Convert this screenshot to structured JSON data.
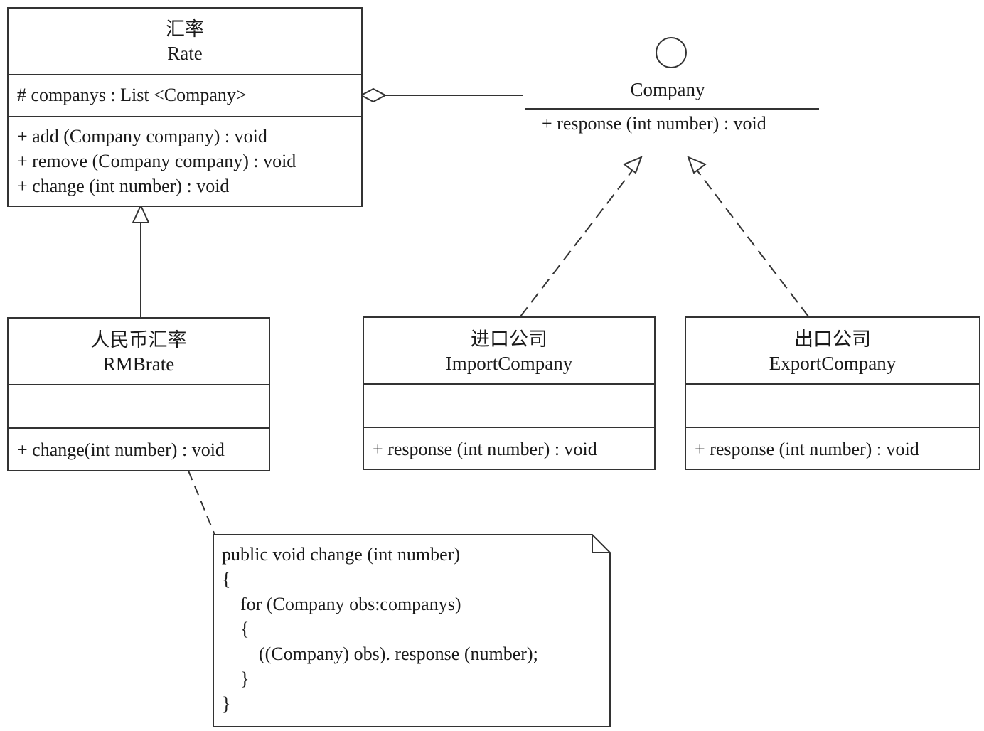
{
  "classes": {
    "rate": {
      "cn": "汇率",
      "en": "Rate",
      "attributes": [
        "# companys : List <Company>"
      ],
      "methods": [
        "+ add (Company company) : void",
        "+ remove (Company company) : void",
        "+ change (int number) : void"
      ]
    },
    "rmbrate": {
      "cn": "人民币汇率",
      "en": "RMBrate",
      "methods": [
        "+ change(int number) : void"
      ]
    },
    "import_company": {
      "cn": "进口公司",
      "en": "ImportCompany",
      "methods": [
        "+ response (int number) : void"
      ]
    },
    "export_company": {
      "cn": "出口公司",
      "en": "ExportCompany",
      "methods": [
        "+ response (int number) : void"
      ]
    }
  },
  "interface": {
    "name": "Company",
    "methods": [
      "+ response (int number) : void"
    ]
  },
  "note": {
    "lines": [
      "public void change (int number)",
      "{",
      "    for (Company obs:companys)",
      "    {",
      "        ((Company) obs). response (number);",
      "    }",
      "}"
    ]
  }
}
